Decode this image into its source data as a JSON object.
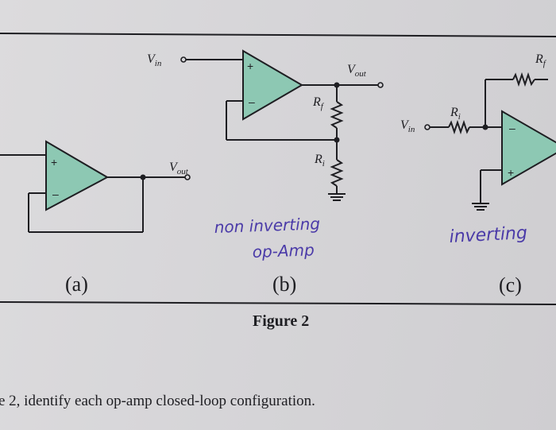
{
  "figure": {
    "caption": "Figure 2",
    "question": "e 2, identify each op-amp closed-loop configuration."
  },
  "panels": {
    "a": {
      "label": "(a)",
      "input_plus": "+",
      "input_minus": "–",
      "vout_main": "V",
      "vout_sub": "out"
    },
    "b": {
      "label": "(b)",
      "input_plus": "+",
      "input_minus": "–",
      "vin_main": "V",
      "vin_sub": "in",
      "vout_main": "V",
      "vout_sub": "out",
      "rf_main": "R",
      "rf_sub": "f",
      "ri_main": "R",
      "ri_sub": "i",
      "handwritten_line1": "non inverting",
      "handwritten_line2": "op-Amp"
    },
    "c": {
      "label": "(c)",
      "input_plus": "+",
      "input_minus": "–",
      "vin_main": "V",
      "vin_sub": "in",
      "rf_main": "R",
      "rf_sub": "f",
      "ri_main": "R",
      "ri_sub": "i",
      "handwritten": "inverting"
    }
  },
  "colors": {
    "ink": "#1e1e22",
    "amp_fill": "#8dc8b3",
    "handwriting": "#4a3aa8"
  }
}
